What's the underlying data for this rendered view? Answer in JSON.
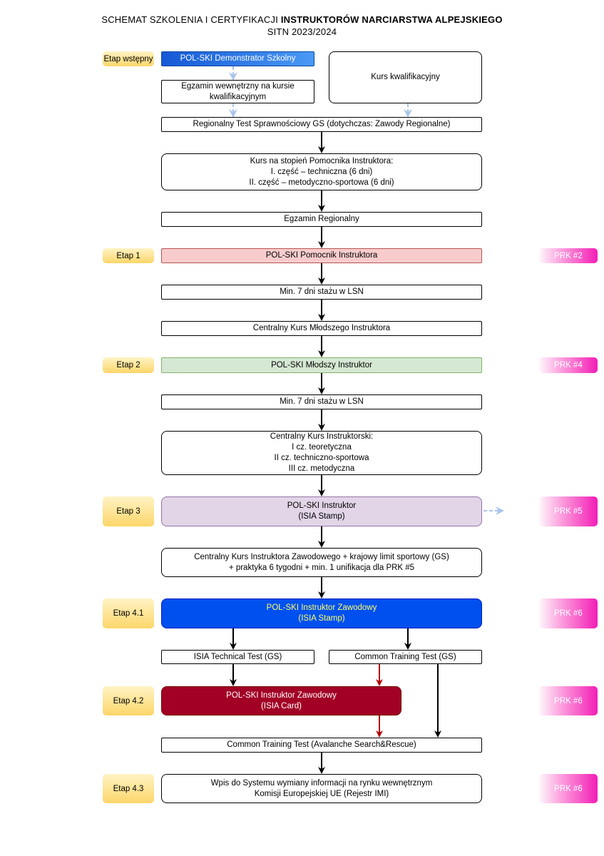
{
  "header": {
    "title_prefix": "SCHEMAT SZKOLENIA I CERTYFIKACJI ",
    "title_bold": "INSTRUKTORÓW NARCIARSTWA ALPEJSKIEGO",
    "subtitle": "SITN 2023/2024"
  },
  "stages": {
    "wstepny": "Etap wstępny",
    "e1": "Etap 1",
    "e2": "Etap 2",
    "e3": "Etap 3",
    "e41": "Etap 4.1",
    "e42": "Etap 4.2",
    "e43": "Etap 4.3"
  },
  "prk": {
    "p1": "PRK #2",
    "p2": "PRK #4",
    "p3": "PRK #5",
    "p41": "PRK #6",
    "p42": "PRK #6",
    "p43": "PRK #6"
  },
  "steps": {
    "demonstrator": "POL-SKI Demonstrator Szkolny",
    "egzamin_wew": [
      "Egzamin wewnętrzny na kursie",
      "kwalifikacyjnym"
    ],
    "kurs_kwal": "Kurs kwalifikacyjny",
    "reg_test": "Regionalny Test Sprawnościowy GS (dotychczas: Zawody Regionalne)",
    "kurs_pomocnika": [
      "Kurs na stopień Pomocnika Instruktora:",
      "I. część – techniczna (6 dni)",
      "II. część – metodyczno-sportowa (6 dni)"
    ],
    "egzamin_reg": "Egzamin Regionalny",
    "pomocnik": "POL-SKI Pomocnik Instruktora",
    "staz1": "Min. 7 dni stażu w LSN",
    "kurs_mlodszego": "Centralny Kurs Młodszego Instruktora",
    "mlodszy": "POL-SKI Młodszy Instruktor",
    "staz2": "Min. 7 dni stażu w LSN",
    "kurs_instr": [
      "Centralny Kurs Instruktorski:",
      "I cz. teoretyczna",
      "II cz. techniczno-sportowa",
      "III cz. metodyczna"
    ],
    "instruktor": [
      "POL-SKI Instruktor",
      "(ISIA Stamp)"
    ],
    "kurs_zawod": [
      "Centralny Kurs Instruktora Zawodowego + krajowy limit sportowy (GS)",
      "+ praktyka 6 tygodni + min. 1 unifikacja dla PRK #5"
    ],
    "zawodowy_stamp": [
      "POL-SKI Instruktor Zawodowy",
      "(ISIA Stamp)"
    ],
    "isia_tech": "ISIA Technical Test (GS)",
    "common_test": "Common Training Test (GS)",
    "zawodowy_card": [
      "POL-SKI Instruktor Zawodowy",
      "(ISIA Card)"
    ],
    "avalanche": "Common Training Test (Avalanche Search&Rescue)",
    "imi": [
      "Wpis do Systemu wymiany informacji na rynku wewnętrznym",
      "Komisji Europejskiej UE (Rejestr IMI)"
    ]
  },
  "colors": {
    "stage_fill": "#fcd66a",
    "prk_fill": "#f31eb6",
    "demonstrator_fill": "#1a73e8",
    "pomocnik_fill": "#f8cccc",
    "mlodszy_fill": "#d5e8d4",
    "instruktor_fill": "#e1d5e7",
    "zawodowy_stamp_fill": "#0050ef",
    "zawodowy_card_fill": "#a20025",
    "dashed_arrow": "#a9c4eb",
    "red_arrow": "#b20000"
  }
}
